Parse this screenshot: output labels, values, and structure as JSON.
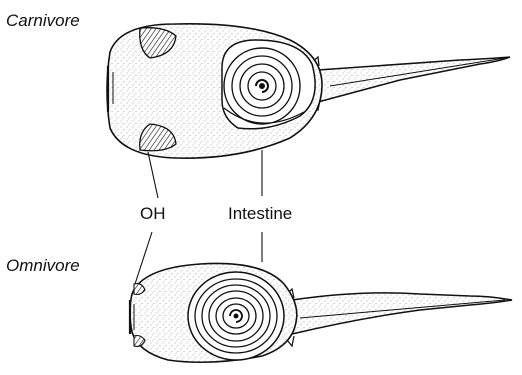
{
  "figure": {
    "labels": {
      "carnivore": "Carnivore",
      "omnivore": "Omnivore",
      "oh": "OH",
      "intestine": "Intestine"
    },
    "colors": {
      "ink": "#111111",
      "stipple": "#9a9a9a",
      "background": "#ffffff"
    }
  }
}
